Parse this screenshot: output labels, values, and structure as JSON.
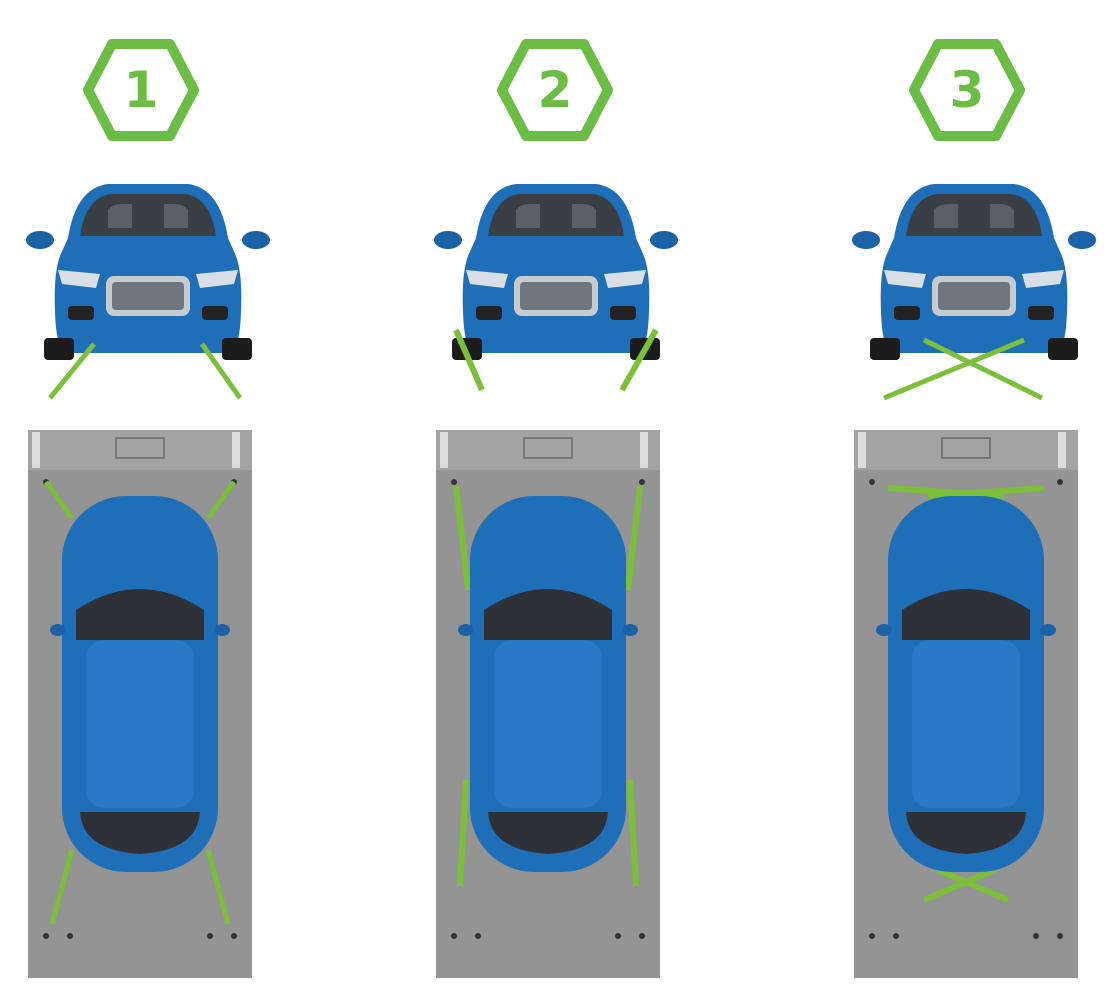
{
  "steps": [
    {
      "number": "1",
      "strap_pattern": "angled-outward-front"
    },
    {
      "number": "2",
      "strap_pattern": "straight-side"
    },
    {
      "number": "3",
      "strap_pattern": "crossed"
    }
  ],
  "colors": {
    "badge_green": "#6cbd45",
    "car_blue": "#1f6fb8",
    "car_blue_dark": "#144f87",
    "strap_green": "#7cbf3a",
    "platform_gray": "#949494"
  }
}
